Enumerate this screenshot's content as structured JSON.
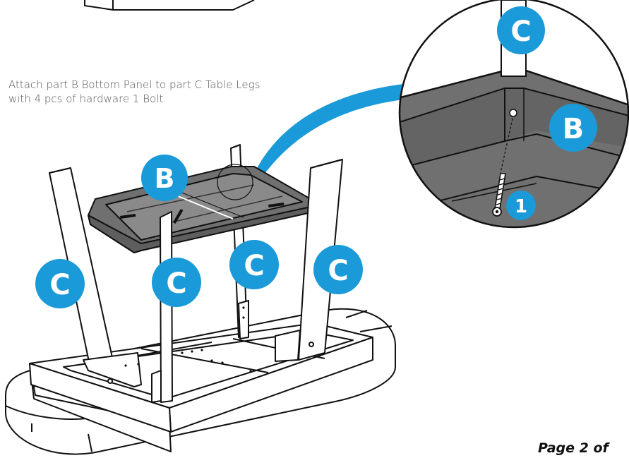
{
  "instruction": {
    "line1": "Attach part B Bottom Panel to part C Table Legs",
    "line2": "with 4 pcs of hardware 1 Bolt."
  },
  "page": {
    "label": "Page 2 of"
  },
  "parts": {
    "bottom_panel": "B",
    "table_leg": "C",
    "bolt": "1"
  },
  "colors": {
    "accent": "#1a9ad8",
    "panel": "#707070",
    "panel_light": "#8a8a8a",
    "line": "#111111"
  }
}
